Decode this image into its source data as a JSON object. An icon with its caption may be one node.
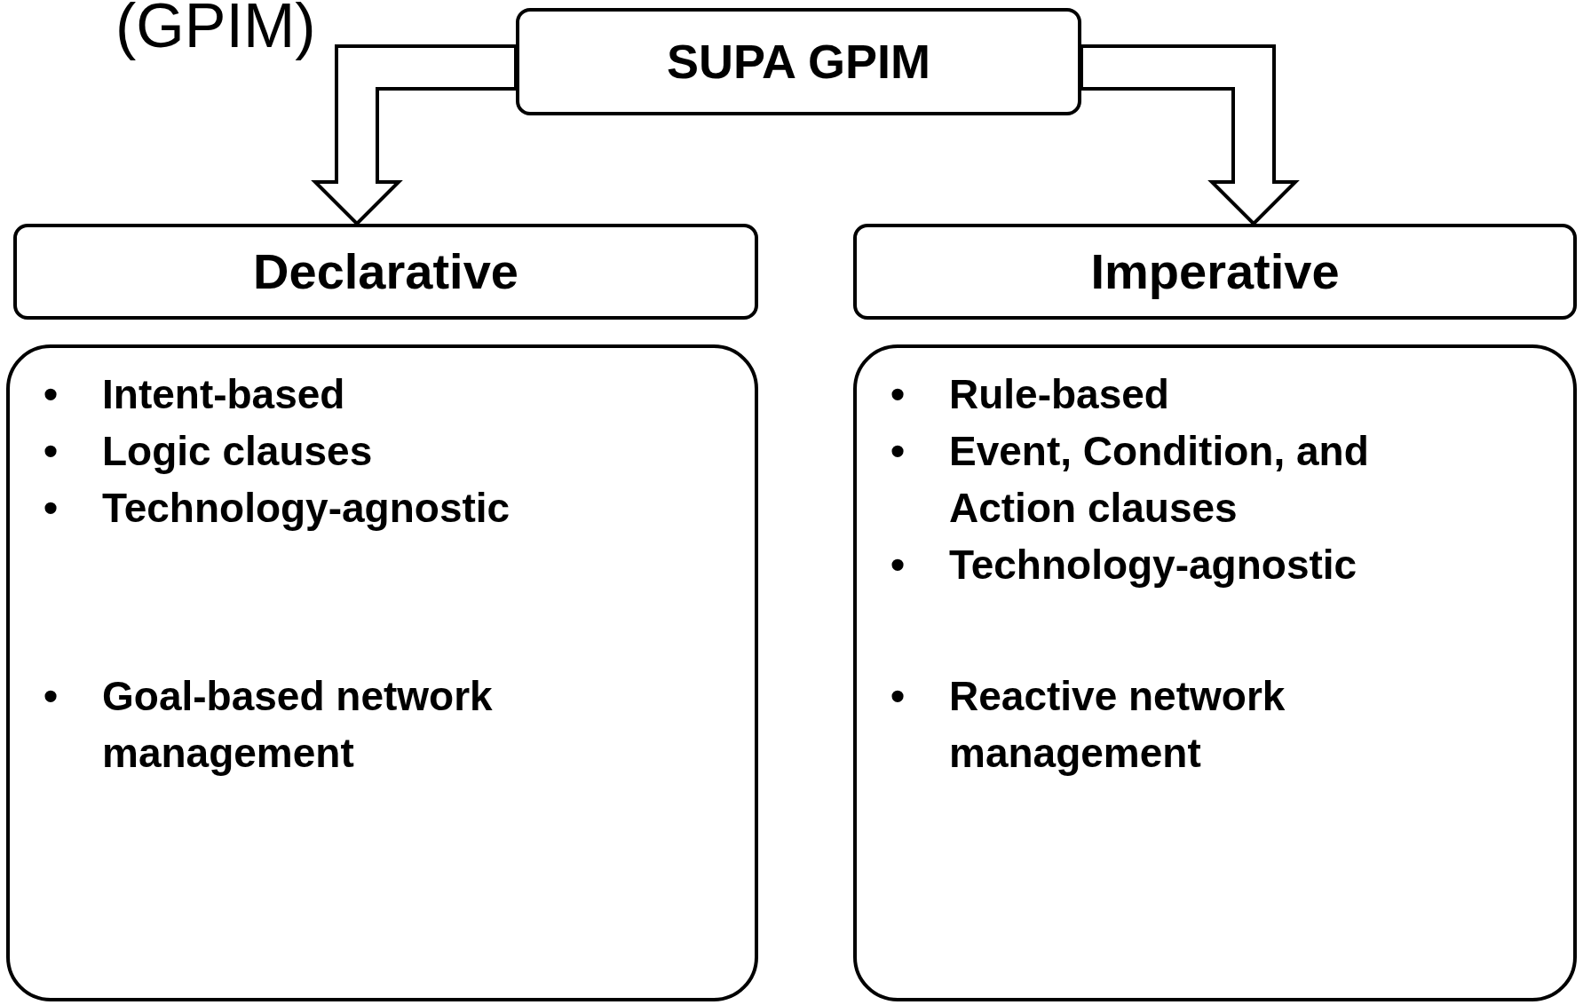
{
  "diagram": {
    "nodes": [
      {
        "text": [
          "SUPA GPIM"
        ]
      },
      {
        "text": [
          "Declarative"
        ]
      },
      {
        "text": [
          "Intent-based",
          "Logic clauses",
          "Technology-agnostic",
          "Goal-based network management"
        ]
      },
      {
        "text": [
          "Imperative"
        ]
      },
      {
        "text": [
          "Rule-based",
          "Event, Condition, and Action clauses",
          "Technology-agnostic",
          "Reactive network management"
        ]
      }
    ],
    "edges": [
      {
        "from": 0,
        "to": 1,
        "arrow": "to"
      },
      {
        "from": 0,
        "to": 3,
        "arrow": "to"
      }
    ],
    "labels": [
      "(GPIM)",
      "•",
      "•",
      "•",
      "•",
      "•",
      "•",
      "•",
      "•"
    ]
  }
}
